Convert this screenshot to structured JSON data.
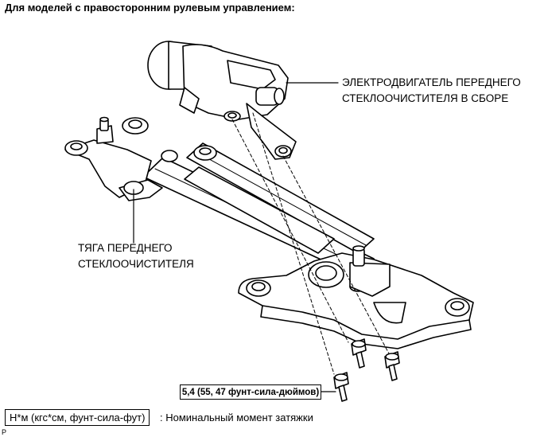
{
  "header": {
    "title": "Для моделей с правосторонним рулевым управлением:"
  },
  "callouts": {
    "motor_line1": "ЭЛЕКТРОДВИГАТЕЛЬ ПЕРЕДНЕГО",
    "motor_line2": "СТЕКЛООЧИСТИТЕЛЯ В СБОРЕ",
    "link_line1": "ТЯГА ПЕРЕДНЕГО",
    "link_line2": "СТЕКЛООЧИСТИТЕЛЯ"
  },
  "torque": {
    "value": "5,4 (55, 47 фунт-сила-дюймов)"
  },
  "legend": {
    "units": "Н*м (кгс*см, фунт-сила-фут)",
    "description": ": Номинальный момент затяжки"
  },
  "footer": {
    "code": "P"
  },
  "colors": {
    "line": "#000000",
    "fill": "#ffffff"
  }
}
